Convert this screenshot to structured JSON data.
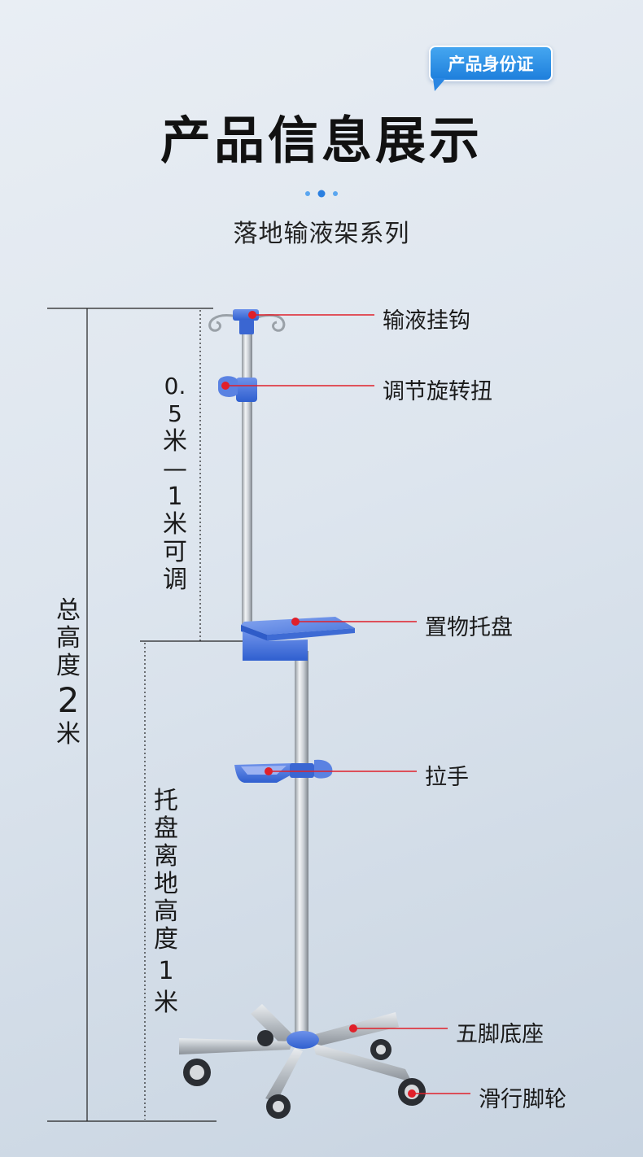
{
  "badge": {
    "text": "产品身份证"
  },
  "header": {
    "title": "产品信息展示",
    "subtitle": "落地输液架系列"
  },
  "dimensions": {
    "adjustable": [
      "0.5",
      "米",
      "—",
      "1",
      "米",
      "可",
      "调"
    ],
    "total_height": [
      "总",
      "高",
      "度",
      "2",
      "米"
    ],
    "tray_height": [
      "托",
      "盘",
      "离",
      "地",
      "高",
      "度",
      "1",
      "米"
    ]
  },
  "callouts": {
    "hook": "输液挂钩",
    "knob": "调节旋转扭",
    "tray": "置物托盘",
    "handle": "拉手",
    "base": "五脚底座",
    "casters": "滑行脚轮"
  },
  "colors": {
    "accent_blue": "#3a6fd8",
    "badge_blue": "#2a8ae6",
    "callout_red": "#e0202a",
    "pole_steel": "#c9ced4"
  }
}
